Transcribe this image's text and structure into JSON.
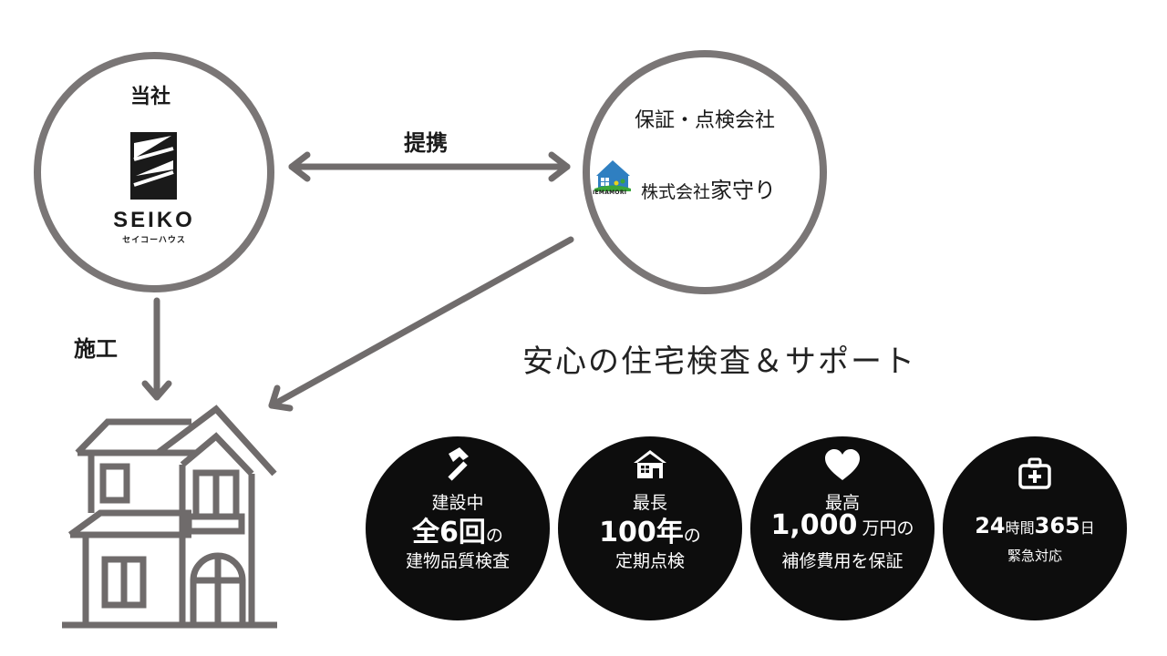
{
  "company": {
    "label": "当社",
    "logo_text": "SEIKO",
    "logo_subtext": "セイコーハウス"
  },
  "partner": {
    "title": "保証・点検会社",
    "logo_caption": "IEMAMORI",
    "name_prefix": "株式会社",
    "name_main": "家守り"
  },
  "relations": {
    "partnership": "提携",
    "construction": "施工"
  },
  "headline": "安心の住宅検査＆サポート",
  "features": [
    {
      "icon": "hammer-icon",
      "line1": "建設中",
      "line2_big": "全6回",
      "line2_small": "の",
      "line3": "建物品質検査"
    },
    {
      "icon": "house-icon",
      "line1": "最長",
      "line2_big": "100年",
      "line2_small": "の",
      "line3": "定期点検"
    },
    {
      "icon": "heart-icon",
      "line1": "最高",
      "line2_big": "1,000",
      "line2_small": "万円の",
      "line3": "補修費用を保証"
    },
    {
      "icon": "first-aid-kit-icon",
      "line1_a": "24",
      "line1_b": "時間",
      "line1_c": "365",
      "line1_d": "日",
      "line2": "緊急対応"
    }
  ],
  "colors": {
    "circle_outline": "#7a7676",
    "arrow": "#706c6c",
    "feature_bg": "#0d0d0d",
    "partner_logo_blue": "#2f7fc1",
    "partner_logo_green": "#3aa63a"
  }
}
